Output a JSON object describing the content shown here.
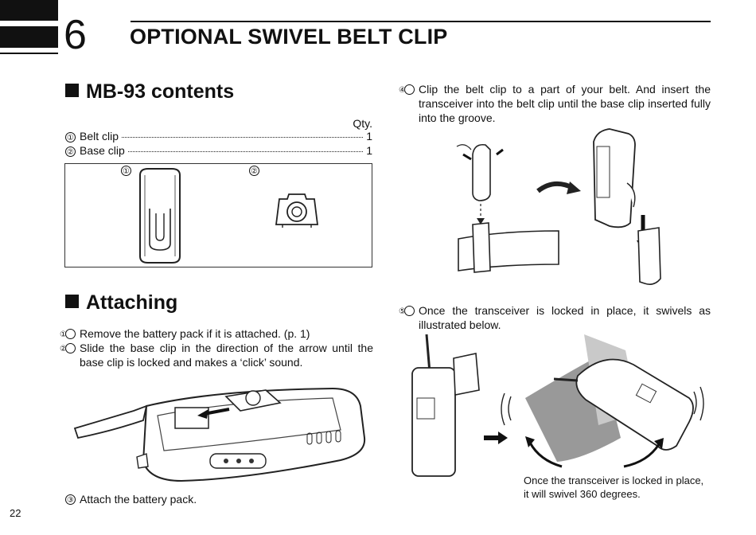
{
  "header": {
    "chapter_number": "6",
    "chapter_title": "OPTIONAL SWIVEL BELT CLIP"
  },
  "contents": {
    "heading": "MB-93 contents",
    "qty_label": "Qty.",
    "items": [
      {
        "marker": "①",
        "name": "Belt clip",
        "qty": "1"
      },
      {
        "marker": "②",
        "name": "Base clip",
        "qty": "1"
      }
    ],
    "figure_labels": [
      "①",
      "②"
    ]
  },
  "attaching": {
    "heading": "Attaching",
    "steps": [
      {
        "marker": "①",
        "text": "Remove the battery pack if it is attached. (p. 1)"
      },
      {
        "marker": "②",
        "text": "Slide the base clip in the direction of the arrow until the base clip is locked and makes a ‘click’ sound."
      },
      {
        "marker": "③",
        "text": "Attach the battery pack."
      }
    ]
  },
  "right_steps": [
    {
      "marker": "④",
      "text": "Clip the belt clip to a part of your belt. And insert the transceiver into the belt clip until the base clip inserted fully into the groove."
    },
    {
      "marker": "⑤",
      "text": "Once the transceiver is locked in place, it swivels as illustrated below."
    }
  ],
  "caption": {
    "line1": "Once the transceiver is locked in place,",
    "line2": "it will swivel 360 degrees."
  },
  "footer": {
    "page_number": "22"
  }
}
